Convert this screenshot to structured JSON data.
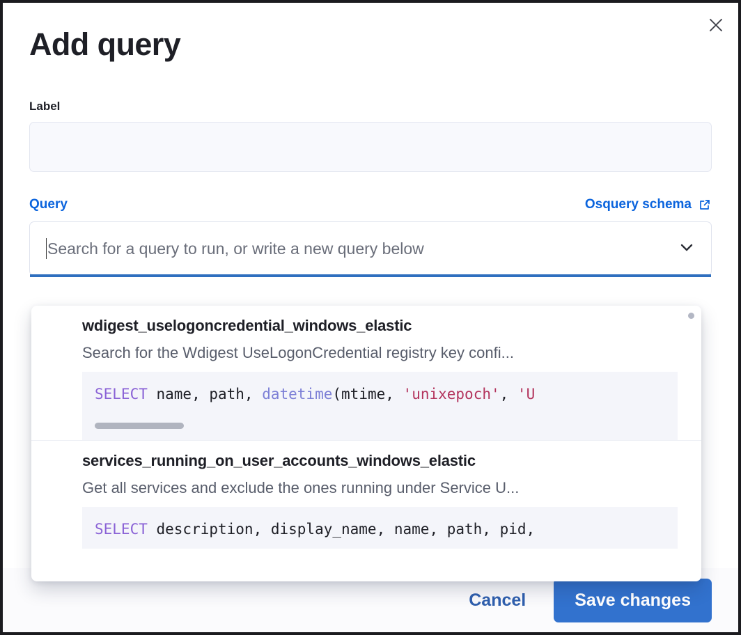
{
  "modal": {
    "title": "Add query",
    "close_icon": "close-icon"
  },
  "label_field": {
    "label": "Label",
    "value": "",
    "placeholder": ""
  },
  "query_field": {
    "label": "Query",
    "schema_link": "Osquery schema",
    "schema_link_icon": "external-link-icon",
    "placeholder": "Search for a query to run, or write a new query below",
    "value": "",
    "chevron_icon": "chevron-down-icon"
  },
  "dropdown": {
    "options": [
      {
        "title": "wdigest_uselogoncredential_windows_elastic",
        "description": "Search for the Wdigest UseLogonCredential registry key confi...",
        "code_tokens": [
          {
            "text": "SELECT",
            "type": "keyword"
          },
          {
            "text": " name, path, ",
            "type": "plain"
          },
          {
            "text": "datetime",
            "type": "function"
          },
          {
            "text": "(mtime, ",
            "type": "plain"
          },
          {
            "text": "'unixepoch'",
            "type": "string"
          },
          {
            "text": ", ",
            "type": "plain"
          },
          {
            "text": "'U",
            "type": "string"
          }
        ]
      },
      {
        "title": "services_running_on_user_accounts_windows_elastic",
        "description": "Get all services and exclude the ones running under Service U...",
        "code_tokens": [
          {
            "text": "SELECT",
            "type": "keyword"
          },
          {
            "text": " description, display_name, name, path, pid,",
            "type": "plain"
          }
        ]
      }
    ]
  },
  "footer": {
    "cancel_label": "Cancel",
    "save_label": "Save changes"
  },
  "colors": {
    "accent_blue": "#0b64dd",
    "save_button": "#3272ce",
    "focus_bar": "#2f6fbf",
    "keyword": "#8a62d6",
    "function": "#7c7fd6",
    "string": "#b3335c"
  }
}
